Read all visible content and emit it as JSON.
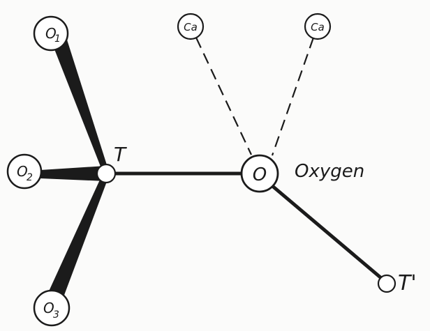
{
  "labels": {
    "o1": "O",
    "o1_sub": "1",
    "o2": "O",
    "o2_sub": "2",
    "o3": "O",
    "o3_sub": "3",
    "ca_left": "Ca",
    "ca_right": "Ca",
    "t": "T",
    "o_center": "O",
    "oxygen": "Oxygen",
    "t_prime": "T'"
  },
  "colors": {
    "ink": "#1b1b1b",
    "background": "#fbfbfa"
  }
}
